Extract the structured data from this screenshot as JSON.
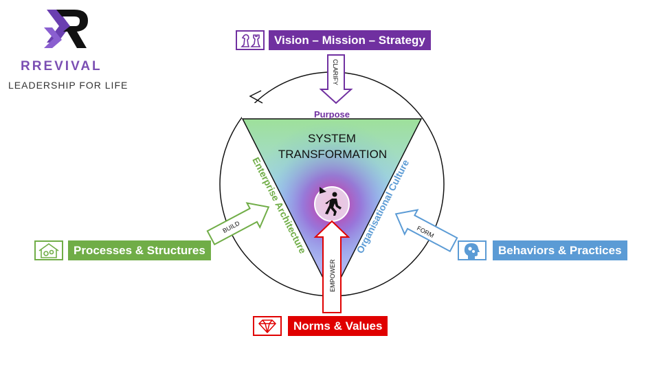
{
  "logo": {
    "wordmark": "RREVIVAL",
    "tagline": "LEADERSHIP FOR LIFE"
  },
  "colors": {
    "purple": "#7030a0",
    "green": "#70ad47",
    "blue": "#5b9bd5",
    "red": "#e00000",
    "logo_purple": "#7b4fb3"
  },
  "top": {
    "label": "Vision – Mission – Strategy",
    "icon": "chess-icon",
    "arrow_label": "CLARIFY"
  },
  "left": {
    "label": "Processes & Structures",
    "icon": "house-gears-icon",
    "arrow_label": "BUILD"
  },
  "right": {
    "label": "Behaviors & Practices",
    "icon": "head-gears-icon",
    "arrow_label": "FORM"
  },
  "bottom": {
    "label": "Norms & Values",
    "icon": "diamond-icon",
    "arrow_label": "EMPOWER"
  },
  "triangle": {
    "top_label": "Purpose",
    "left_label": "Enterprise Architecture",
    "right_label": "Organisational Culture",
    "center_title_line1": "SYSTEM",
    "center_title_line2": "TRANSFORMATION",
    "center_icon": "walking-person-icon"
  }
}
